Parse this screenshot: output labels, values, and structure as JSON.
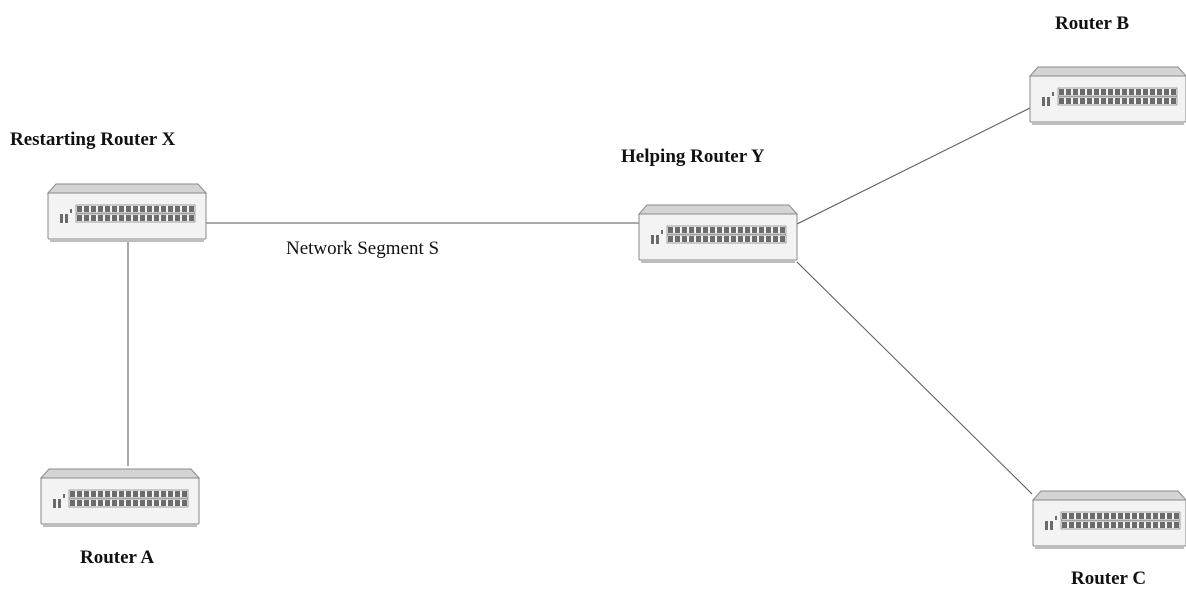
{
  "labels": {
    "router_x": "Restarting Router X",
    "router_y": "Helping Router Y",
    "router_a": "Router A",
    "router_b": "Router B",
    "router_c": "Router C",
    "segment_s": "Network Segment S"
  },
  "devices": [
    {
      "id": "router-x",
      "icon": "network-switch-icon"
    },
    {
      "id": "router-y",
      "icon": "network-switch-icon"
    },
    {
      "id": "router-a",
      "icon": "network-switch-icon"
    },
    {
      "id": "router-b",
      "icon": "network-switch-icon"
    },
    {
      "id": "router-c",
      "icon": "network-switch-icon"
    }
  ],
  "links": [
    {
      "from": "router-x",
      "to": "router-y"
    },
    {
      "from": "router-x",
      "to": "router-a"
    },
    {
      "from": "router-y",
      "to": "router-b"
    },
    {
      "from": "router-y",
      "to": "router-c"
    }
  ],
  "colors": {
    "device_body": "#f3f3f3",
    "device_top": "#d4d4d4",
    "device_outline": "#8a8a8a",
    "port": "#6b6b6b",
    "link": "#555555"
  }
}
